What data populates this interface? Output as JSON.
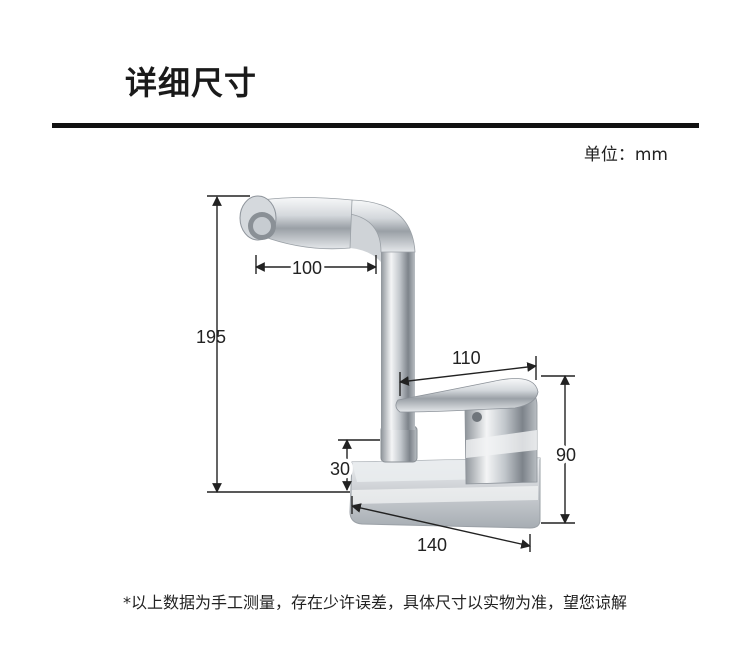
{
  "header": {
    "title": "详细尺寸",
    "unit": "单位：mm"
  },
  "dimensions": {
    "spout_reach": "100",
    "total_height": "195",
    "handle_length": "110",
    "body_height": "90",
    "base_height": "30",
    "base_width": "140"
  },
  "footer": {
    "note": "*以上数据为手工测量，存在少许误差，具体尺寸以实物为准，望您谅解"
  },
  "colors": {
    "text": "#222222",
    "rule": "#111111",
    "chrome_dark": "#8f959c",
    "chrome_light": "#f2f4f6"
  }
}
